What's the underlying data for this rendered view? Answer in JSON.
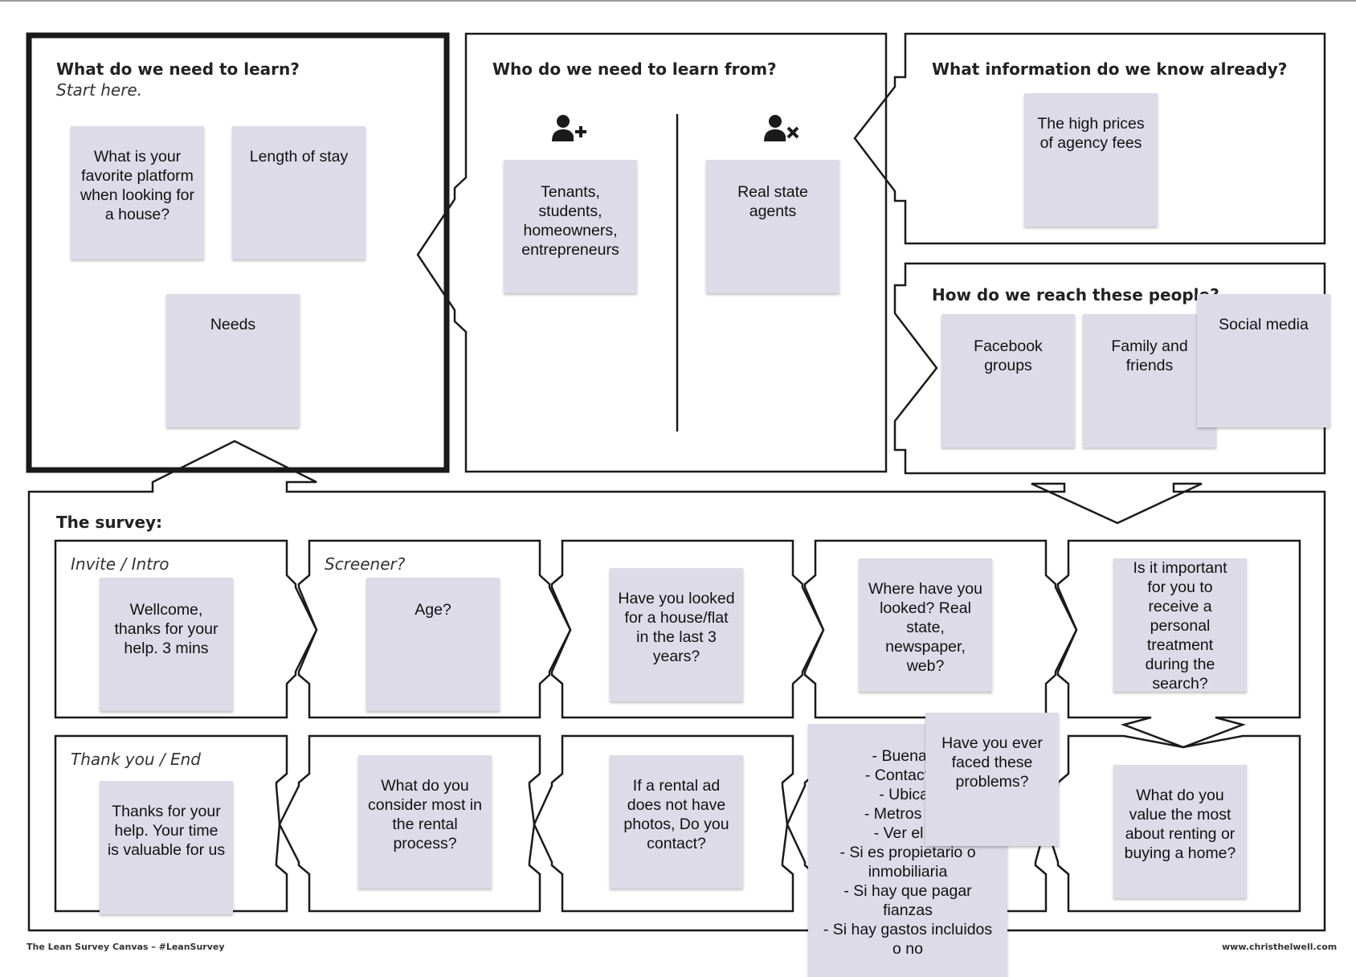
{
  "canvas": {
    "learn": {
      "title": "What do we need to learn?",
      "subtitle": "Start here."
    },
    "who": {
      "title": "Who do we need to learn from?"
    },
    "know": {
      "title": "What information do we know already?"
    },
    "reach": {
      "title": "How do we reach these people?"
    },
    "survey": {
      "title": "The survey:"
    },
    "steps": {
      "invite": "Invite / Intro",
      "screener": "Screener?",
      "thanks": "Thank you / End"
    },
    "footer": {
      "left": "The Lean Survey Canvas – #LeanSurvey",
      "right": "www.christhelwell.com"
    }
  },
  "icons": {
    "include": "person-add-icon",
    "exclude": "person-remove-icon"
  },
  "notes": {
    "platform": "What is your\nfavorite platform\nwhen looking for\na house?",
    "stay": "Length of stay",
    "needs": "Needs",
    "tenants": "Tenants,\nstudents,\nhomeowners,\nentrepreneurs",
    "agents": "Real state\nagents",
    "fees": "The high prices\nof agency fees",
    "facebook": "Facebook\ngroups",
    "family": "Family and\nfriends",
    "social": "Social media",
    "welcome": "Wellcome,\nthanks for your\nhelp. 3 mins",
    "age": "Age?",
    "looked": "Have you looked\nfor a house/flat\nin the last 3\nyears?",
    "where": "Where have you\nlooked? Real\nstate,\nnewspaper,\nweb?",
    "important": "Is it important\nfor you to\nreceive a\npersonal\ntreatment\nduring the\nsearch?",
    "value": "What do you\nvalue the most\nabout renting or\nbuying a home?",
    "list": "- Buenas f\n- Contacto a\n- Ubicac\n- Metros cua\n- Ver el pr\n- Si es propietario o\ninmobiliaria\n- Si hay que pagar\nfianzas\n- Si hay gastos incluidos\no no",
    "faced": "Have you ever\nfaced these\nproblems?",
    "photos": "If a rental ad\ndoes not have\nphotos, Do you\ncontact?",
    "consider": "What do you\nconsider most in\nthe rental\nprocess?",
    "thanks_note": "Thanks for your\nhelp. Your time\nis valuable for us"
  },
  "colors": {
    "note": "#dddbe8",
    "line": "#1a1a1a"
  }
}
